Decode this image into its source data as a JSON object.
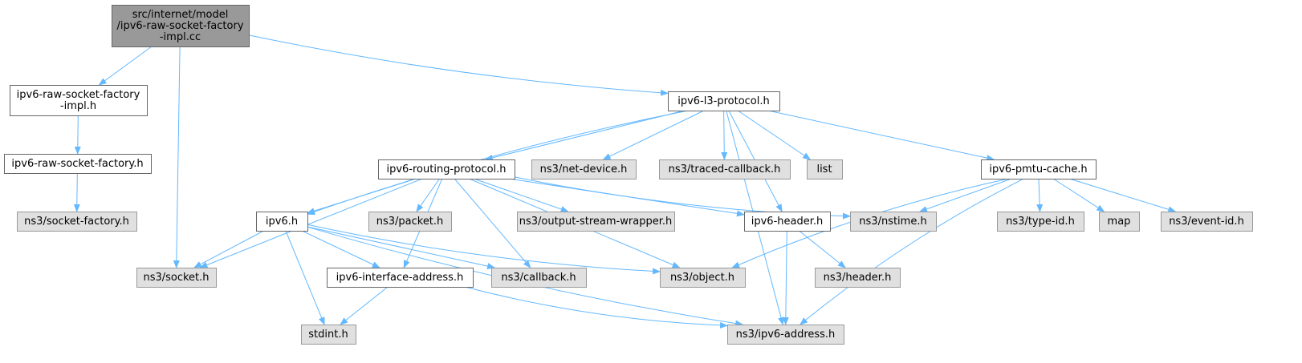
{
  "colors": {
    "edge": "#63b8ff",
    "root_fill": "#999999",
    "root_stroke": "#666666",
    "header_fill": "#ffffff",
    "header_stroke": "#666666",
    "system_fill": "#e0e0e0",
    "system_stroke": "#999999",
    "text": "#000000"
  },
  "nodes": {
    "root": {
      "lines": [
        "src/internet/model",
        "/ipv6-raw-socket-factory",
        "-impl.cc"
      ],
      "kind": "root"
    },
    "ipv6_raw_socket_factory_impl_h": {
      "lines": [
        "ipv6-raw-socket-factory",
        "-impl.h"
      ],
      "kind": "header"
    },
    "ipv6_raw_socket_factory_h": {
      "lines": [
        "ipv6-raw-socket-factory.h"
      ],
      "kind": "header"
    },
    "ns3_socket_factory_h": {
      "lines": [
        "ns3/socket-factory.h"
      ],
      "kind": "system"
    },
    "ns3_socket_h": {
      "lines": [
        "ns3/socket.h"
      ],
      "kind": "system"
    },
    "ipv6_l3_protocol_h": {
      "lines": [
        "ipv6-l3-protocol.h"
      ],
      "kind": "header"
    },
    "ipv6_routing_protocol_h": {
      "lines": [
        "ipv6-routing-protocol.h"
      ],
      "kind": "header"
    },
    "ns3_net_device_h": {
      "lines": [
        "ns3/net-device.h"
      ],
      "kind": "system"
    },
    "ns3_traced_callback_h": {
      "lines": [
        "ns3/traced-callback.h"
      ],
      "kind": "system"
    },
    "list": {
      "lines": [
        "list"
      ],
      "kind": "system"
    },
    "ipv6_pmtu_cache_h": {
      "lines": [
        "ipv6-pmtu-cache.h"
      ],
      "kind": "header"
    },
    "ipv6_h": {
      "lines": [
        "ipv6.h"
      ],
      "kind": "header"
    },
    "ns3_packet_h": {
      "lines": [
        "ns3/packet.h"
      ],
      "kind": "system"
    },
    "ns3_output_stream_wrapper_h": {
      "lines": [
        "ns3/output-stream-wrapper.h"
      ],
      "kind": "system"
    },
    "ipv6_header_h": {
      "lines": [
        "ipv6-header.h"
      ],
      "kind": "header"
    },
    "ns3_nstime_h": {
      "lines": [
        "ns3/nstime.h"
      ],
      "kind": "system"
    },
    "ns3_type_id_h": {
      "lines": [
        "ns3/type-id.h"
      ],
      "kind": "system"
    },
    "map": {
      "lines": [
        "map"
      ],
      "kind": "system"
    },
    "ns3_event_id_h": {
      "lines": [
        "ns3/event-id.h"
      ],
      "kind": "system"
    },
    "ipv6_interface_address_h": {
      "lines": [
        "ipv6-interface-address.h"
      ],
      "kind": "header"
    },
    "ns3_callback_h": {
      "lines": [
        "ns3/callback.h"
      ],
      "kind": "system"
    },
    "ns3_object_h": {
      "lines": [
        "ns3/object.h"
      ],
      "kind": "system"
    },
    "ns3_header_h": {
      "lines": [
        "ns3/header.h"
      ],
      "kind": "system"
    },
    "stdint_h": {
      "lines": [
        "stdint.h"
      ],
      "kind": "system"
    },
    "ns3_ipv6_address_h": {
      "lines": [
        "ns3/ipv6-address.h"
      ],
      "kind": "system"
    }
  },
  "edges": [
    [
      "root",
      "ipv6_raw_socket_factory_impl_h"
    ],
    [
      "root",
      "ns3_socket_h"
    ],
    [
      "root",
      "ipv6_l3_protocol_h"
    ],
    [
      "ipv6_raw_socket_factory_impl_h",
      "ipv6_raw_socket_factory_h"
    ],
    [
      "ipv6_raw_socket_factory_h",
      "ns3_socket_factory_h"
    ],
    [
      "ipv6_l3_protocol_h",
      "ipv6_h"
    ],
    [
      "ipv6_l3_protocol_h",
      "ipv6_routing_protocol_h"
    ],
    [
      "ipv6_l3_protocol_h",
      "ns3_net_device_h"
    ],
    [
      "ipv6_l3_protocol_h",
      "ns3_traced_callback_h"
    ],
    [
      "ipv6_l3_protocol_h",
      "list"
    ],
    [
      "ipv6_l3_protocol_h",
      "ipv6_pmtu_cache_h"
    ],
    [
      "ipv6_l3_protocol_h",
      "ipv6_header_h"
    ],
    [
      "ipv6_l3_protocol_h",
      "ns3_ipv6_address_h"
    ],
    [
      "ipv6_routing_protocol_h",
      "ns3_socket_h"
    ],
    [
      "ipv6_routing_protocol_h",
      "ipv6_h"
    ],
    [
      "ipv6_routing_protocol_h",
      "ipv6_interface_address_h"
    ],
    [
      "ipv6_routing_protocol_h",
      "ns3_packet_h"
    ],
    [
      "ipv6_routing_protocol_h",
      "ns3_callback_h"
    ],
    [
      "ipv6_routing_protocol_h",
      "ns3_output_stream_wrapper_h"
    ],
    [
      "ipv6_routing_protocol_h",
      "ipv6_header_h"
    ],
    [
      "ipv6_routing_protocol_h",
      "ns3_object_h"
    ],
    [
      "ipv6_routing_protocol_h",
      "ns3_nstime_h"
    ],
    [
      "ipv6_pmtu_cache_h",
      "ns3_nstime_h"
    ],
    [
      "ipv6_pmtu_cache_h",
      "ns3_object_h"
    ],
    [
      "ipv6_pmtu_cache_h",
      "ns3_type_id_h"
    ],
    [
      "ipv6_pmtu_cache_h",
      "map"
    ],
    [
      "ipv6_pmtu_cache_h",
      "ns3_event_id_h"
    ],
    [
      "ipv6_pmtu_cache_h",
      "ns3_ipv6_address_h"
    ],
    [
      "ipv6_h",
      "ns3_socket_h"
    ],
    [
      "ipv6_h",
      "ipv6_interface_address_h"
    ],
    [
      "ipv6_h",
      "ns3_callback_h"
    ],
    [
      "ipv6_h",
      "ns3_object_h"
    ],
    [
      "ipv6_h",
      "stdint_h"
    ],
    [
      "ipv6_h",
      "ns3_ipv6_address_h"
    ],
    [
      "ipv6_header_h",
      "ns3_header_h"
    ],
    [
      "ipv6_header_h",
      "ns3_ipv6_address_h"
    ],
    [
      "ipv6_interface_address_h",
      "stdint_h"
    ],
    [
      "ipv6_interface_address_h",
      "ns3_ipv6_address_h"
    ]
  ]
}
